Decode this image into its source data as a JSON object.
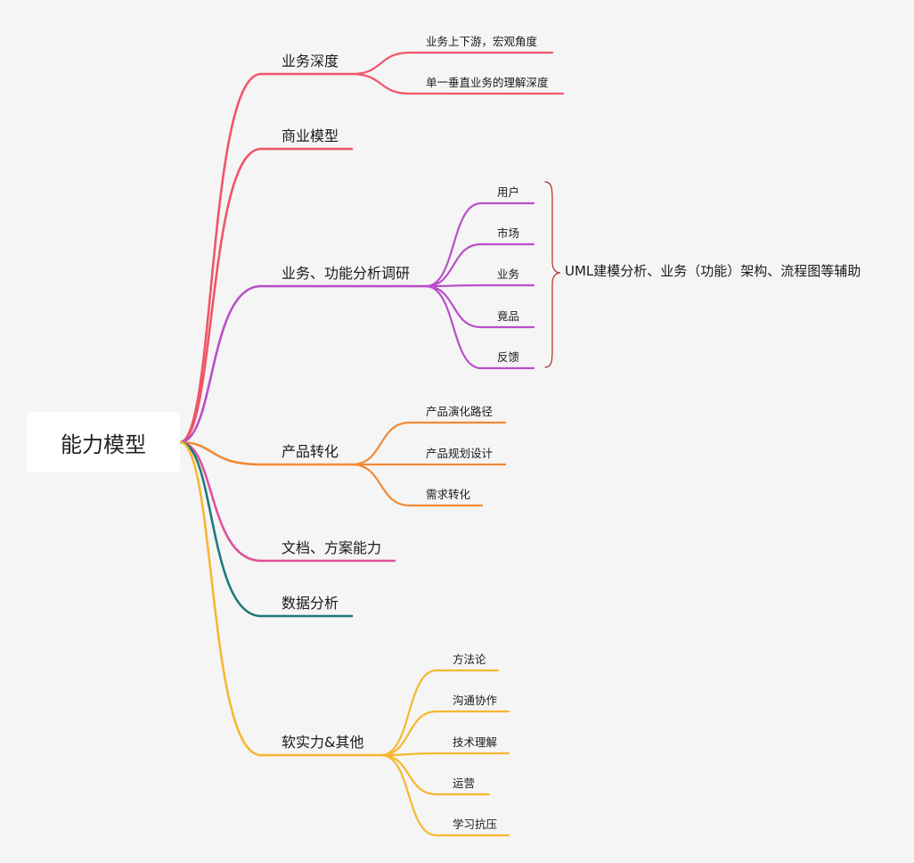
{
  "root": {
    "label": "能力模型"
  },
  "branches": [
    {
      "id": "b1",
      "label": "业务深度",
      "color": "#f0556a",
      "children": [
        "业务上下游，宏观角度",
        "单一垂直业务的理解深度"
      ]
    },
    {
      "id": "b2",
      "label": "商业模型",
      "color": "#f0556a",
      "children": []
    },
    {
      "id": "b3",
      "label": "业务、功能分析调研",
      "color": "#b94fc9",
      "children": [
        "用户",
        "市场",
        "业务",
        "竟品",
        "反馈"
      ]
    },
    {
      "id": "b4",
      "label": "产品转化",
      "color": "#f28a36",
      "children": [
        "产品演化路径",
        "产品规划设计",
        "需求转化"
      ]
    },
    {
      "id": "b5",
      "label": "文档、方案能力",
      "color": "#e0529c",
      "children": []
    },
    {
      "id": "b6",
      "label": "数据分析",
      "color": "#1f7a7a",
      "children": []
    },
    {
      "id": "b7",
      "label": "软实力&其他",
      "color": "#f7b731",
      "children": [
        "方法论",
        "沟通协作",
        "技术理解",
        "运营",
        "学习抗压"
      ]
    }
  ],
  "summary": {
    "label": "UML建模分析、业务（功能）架构、流程图等辅助",
    "color": "#b02a2a"
  }
}
